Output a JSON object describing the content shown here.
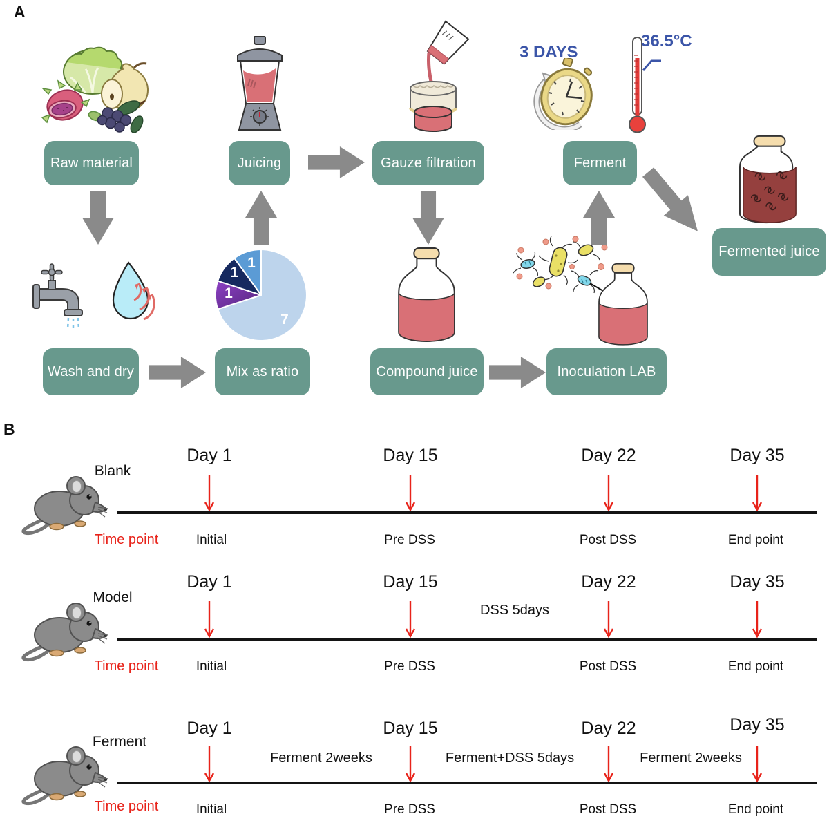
{
  "figure": {
    "panel_a_label": "A",
    "panel_b_label": "B"
  },
  "panel_a": {
    "boxes": {
      "raw_material": "Raw material",
      "wash_and_dry": "Wash and dry",
      "mix_as_ratio": "Mix as ratio",
      "juicing": "Juicing",
      "gauze_filtration": "Gauze filtration",
      "compound_juice": "Compound juice",
      "inoculation_lab": "Inoculation LAB",
      "ferment": "Ferment",
      "fermented_juice": "Fermented juice"
    },
    "annotations": {
      "duration": "3 DAYS",
      "temperature": "36.5°C"
    },
    "pie": {
      "type": "pie",
      "labels": [
        "7",
        "1",
        "1",
        "1"
      ],
      "values": [
        7,
        1,
        1,
        1
      ],
      "colors": [
        "#bdd4ec",
        "#6a2d9c",
        "#16295f",
        "#5b9bd5"
      ]
    },
    "icons": [
      "fruits-vegetables",
      "water-tap",
      "drying-drop",
      "ratio-pie",
      "blender",
      "pouring-cup-gauze",
      "juice-bottle",
      "lab-bacteria",
      "inoculated-bottle",
      "stopwatch",
      "thermometer",
      "fermented-jar"
    ]
  },
  "panel_b": {
    "time_point_label": "Time point",
    "rows": [
      {
        "group": "Blank",
        "days": [
          "Day 1",
          "Day 15",
          "Day 22",
          "Day 35"
        ],
        "points": [
          "Initial",
          "Pre DSS",
          "Post DSS",
          "End point"
        ],
        "segments": []
      },
      {
        "group": "Model",
        "days": [
          "Day 1",
          "Day 15",
          "Day 22",
          "Day 35"
        ],
        "points": [
          "Initial",
          "Pre DSS",
          "Post DSS",
          "End point"
        ],
        "segments": [
          "DSS 5days"
        ]
      },
      {
        "group": "Ferment",
        "days": [
          "Day 1",
          "Day 15",
          "Day 22",
          "Day 35"
        ],
        "points": [
          "Initial",
          "Pre DSS",
          "Post DSS",
          "End point"
        ],
        "segments": [
          "Ferment 2weeks",
          "Ferment+DSS 5days",
          "Ferment 2weeks"
        ]
      }
    ]
  },
  "colors": {
    "box_teal": "#68998d",
    "flow_arrow": "#8a8a8a",
    "timeline_red": "#e8231a",
    "annotation_blue": "#3b55a8",
    "juice_red": "#d97076",
    "fermented_red": "#95403e",
    "cap_cream": "#f5ddad"
  }
}
